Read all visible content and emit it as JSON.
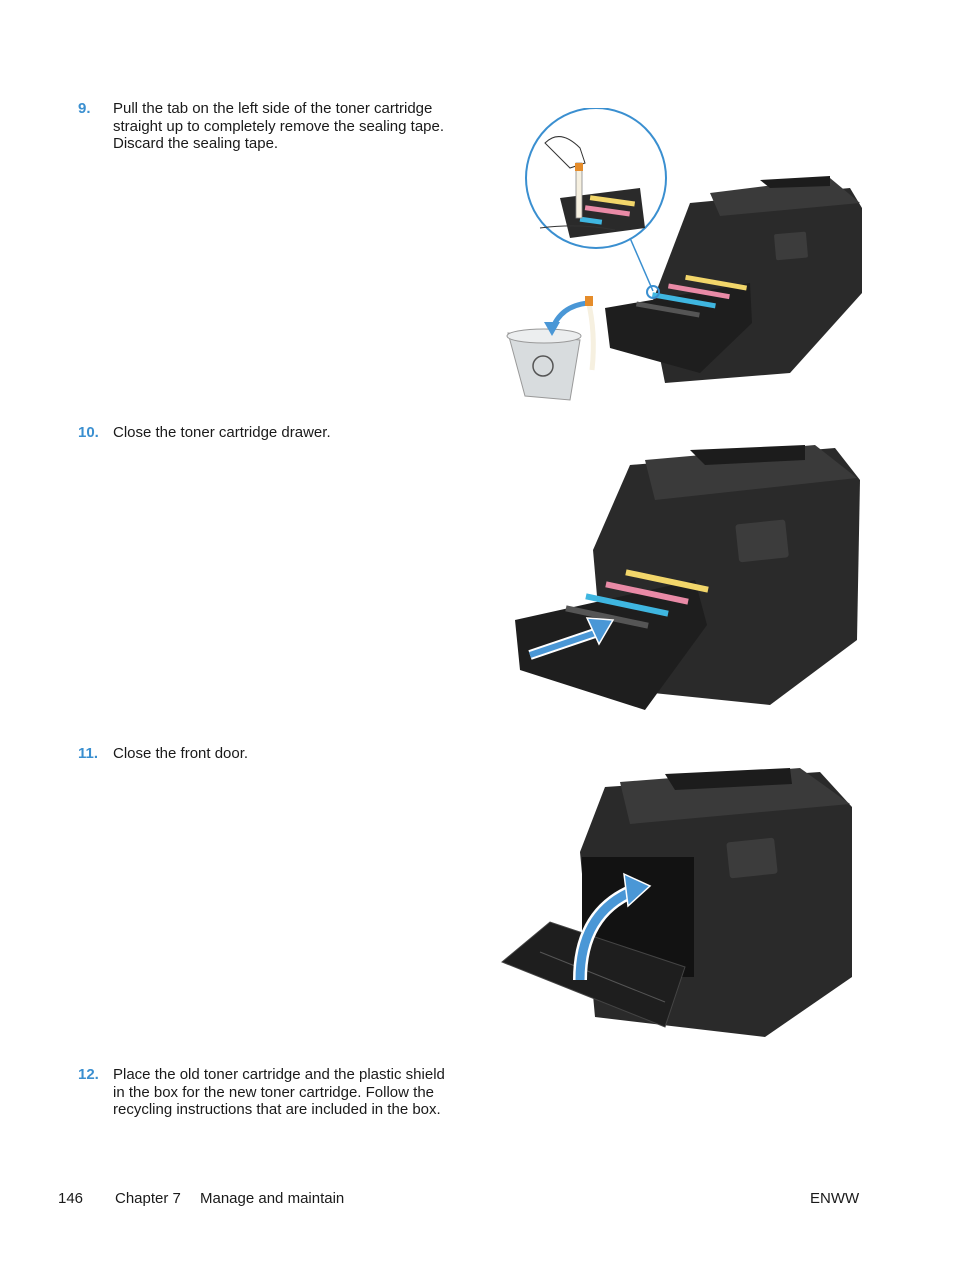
{
  "steps": [
    {
      "number": "9.",
      "text": "Pull the tab on the left side of the toner cartridge straight up to completely remove the sealing tape. Discard the sealing tape."
    },
    {
      "number": "10.",
      "text": "Close the toner cartridge drawer."
    },
    {
      "number": "11.",
      "text": "Close the front door."
    },
    {
      "number": "12.",
      "text": "Place the old toner cartridge and the plastic shield in the box for the new toner cartridge. Follow the recycling instructions that are included in the box."
    }
  ],
  "footer": {
    "page_number": "146",
    "chapter": "Chapter 7",
    "chapter_title": "Manage and maintain",
    "edition": "ENWW"
  },
  "colors": {
    "step_number": "#3a8fd0",
    "arrow": "#4a97d6",
    "printer_body": "#2a2a2a",
    "toner_yellow": "#f2d66a",
    "toner_magenta": "#e98aa6",
    "toner_cyan": "#3fb6e0"
  }
}
